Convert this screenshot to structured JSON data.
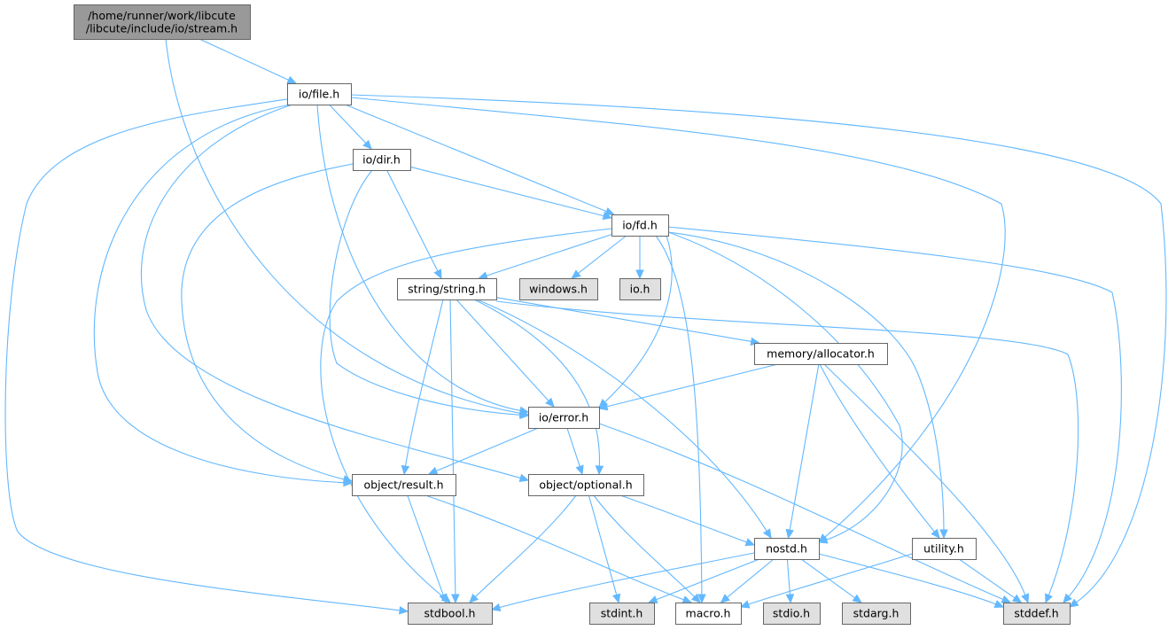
{
  "colors": {
    "edge": "#63b8ff",
    "root_fill": "#999999",
    "node_fill": "#ffffff",
    "external_fill": "#e0e0e0",
    "node_border": "#666666"
  },
  "nodes": {
    "stream": {
      "lines": [
        "/home/runner/work/libcute",
        "/libcute/include/io/stream.h"
      ],
      "kind": "root"
    },
    "file": {
      "lines": [
        "io/file.h"
      ],
      "kind": "local"
    },
    "dir": {
      "lines": [
        "io/dir.h"
      ],
      "kind": "local"
    },
    "fd": {
      "lines": [
        "io/fd.h"
      ],
      "kind": "local"
    },
    "string": {
      "lines": [
        "string/string.h"
      ],
      "kind": "local"
    },
    "windows": {
      "lines": [
        "windows.h"
      ],
      "kind": "external"
    },
    "io": {
      "lines": [
        "io.h"
      ],
      "kind": "external"
    },
    "allocator": {
      "lines": [
        "memory/allocator.h"
      ],
      "kind": "local"
    },
    "error": {
      "lines": [
        "io/error.h"
      ],
      "kind": "local"
    },
    "result": {
      "lines": [
        "object/result.h"
      ],
      "kind": "local"
    },
    "optional": {
      "lines": [
        "object/optional.h"
      ],
      "kind": "local"
    },
    "nostd": {
      "lines": [
        "nostd.h"
      ],
      "kind": "local"
    },
    "utility": {
      "lines": [
        "utility.h"
      ],
      "kind": "local"
    },
    "stdbool": {
      "lines": [
        "stdbool.h"
      ],
      "kind": "external"
    },
    "stdint": {
      "lines": [
        "stdint.h"
      ],
      "kind": "external"
    },
    "macro": {
      "lines": [
        "macro.h"
      ],
      "kind": "local"
    },
    "stdio": {
      "lines": [
        "stdio.h"
      ],
      "kind": "external"
    },
    "stdarg": {
      "lines": [
        "stdarg.h"
      ],
      "kind": "external"
    },
    "stddef": {
      "lines": [
        "stddef.h"
      ],
      "kind": "external"
    }
  },
  "edges": [
    [
      "stream",
      "file"
    ],
    [
      "stream",
      "error"
    ],
    [
      "file",
      "dir"
    ],
    [
      "file",
      "fd"
    ],
    [
      "file",
      "error"
    ],
    [
      "file",
      "result"
    ],
    [
      "file",
      "optional"
    ],
    [
      "file",
      "nostd"
    ],
    [
      "file",
      "stdbool"
    ],
    [
      "file",
      "stddef"
    ],
    [
      "dir",
      "fd"
    ],
    [
      "dir",
      "string"
    ],
    [
      "dir",
      "error"
    ],
    [
      "dir",
      "result"
    ],
    [
      "fd",
      "string"
    ],
    [
      "fd",
      "windows"
    ],
    [
      "fd",
      "io"
    ],
    [
      "fd",
      "error"
    ],
    [
      "fd",
      "nostd"
    ],
    [
      "fd",
      "utility"
    ],
    [
      "fd",
      "macro"
    ],
    [
      "fd",
      "stdbool"
    ],
    [
      "fd",
      "stddef"
    ],
    [
      "string",
      "allocator"
    ],
    [
      "string",
      "error"
    ],
    [
      "string",
      "result"
    ],
    [
      "string",
      "optional"
    ],
    [
      "string",
      "nostd"
    ],
    [
      "string",
      "stdbool"
    ],
    [
      "string",
      "stddef"
    ],
    [
      "allocator",
      "error"
    ],
    [
      "allocator",
      "nostd"
    ],
    [
      "allocator",
      "utility"
    ],
    [
      "allocator",
      "stddef"
    ],
    [
      "error",
      "result"
    ],
    [
      "error",
      "optional"
    ],
    [
      "error",
      "stddef"
    ],
    [
      "result",
      "stdbool"
    ],
    [
      "result",
      "macro"
    ],
    [
      "optional",
      "nostd"
    ],
    [
      "optional",
      "stdbool"
    ],
    [
      "optional",
      "stdint"
    ],
    [
      "optional",
      "macro"
    ],
    [
      "nostd",
      "stdbool"
    ],
    [
      "nostd",
      "stdint"
    ],
    [
      "nostd",
      "macro"
    ],
    [
      "nostd",
      "stdio"
    ],
    [
      "nostd",
      "stdarg"
    ],
    [
      "nostd",
      "stddef"
    ],
    [
      "utility",
      "macro"
    ],
    [
      "utility",
      "stddef"
    ]
  ]
}
